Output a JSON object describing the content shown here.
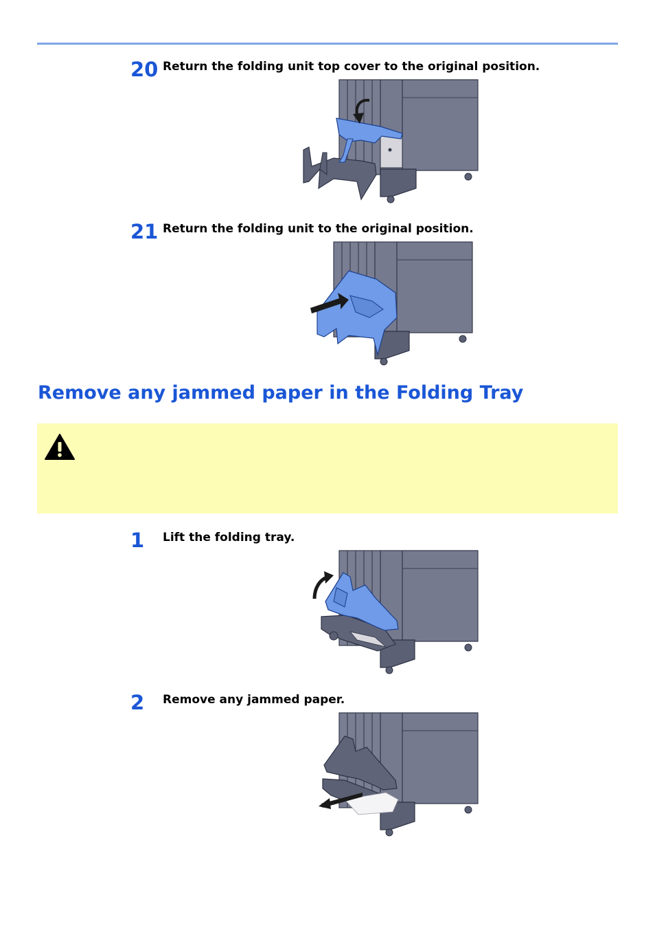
{
  "steps": [
    {
      "number": "20",
      "text": "Return the folding unit top cover to the original position."
    },
    {
      "number": "21",
      "text": "Return the folding unit to the original position."
    }
  ],
  "section": {
    "title": "Remove any jammed paper in the Folding Tray",
    "caution_icon": "warning-triangle-icon",
    "caution_text": ""
  },
  "substeps": [
    {
      "number": "1",
      "text": "Lift the folding tray."
    },
    {
      "number": "2",
      "text": "Remove any jammed paper."
    }
  ],
  "colors": {
    "accent_blue": "#1a56d6",
    "rule_blue": "#7fa6e8",
    "caution_bg": "#fdfdb6",
    "machine_gray": "#7a7e92",
    "highlight_blue": "#6f9be8"
  }
}
